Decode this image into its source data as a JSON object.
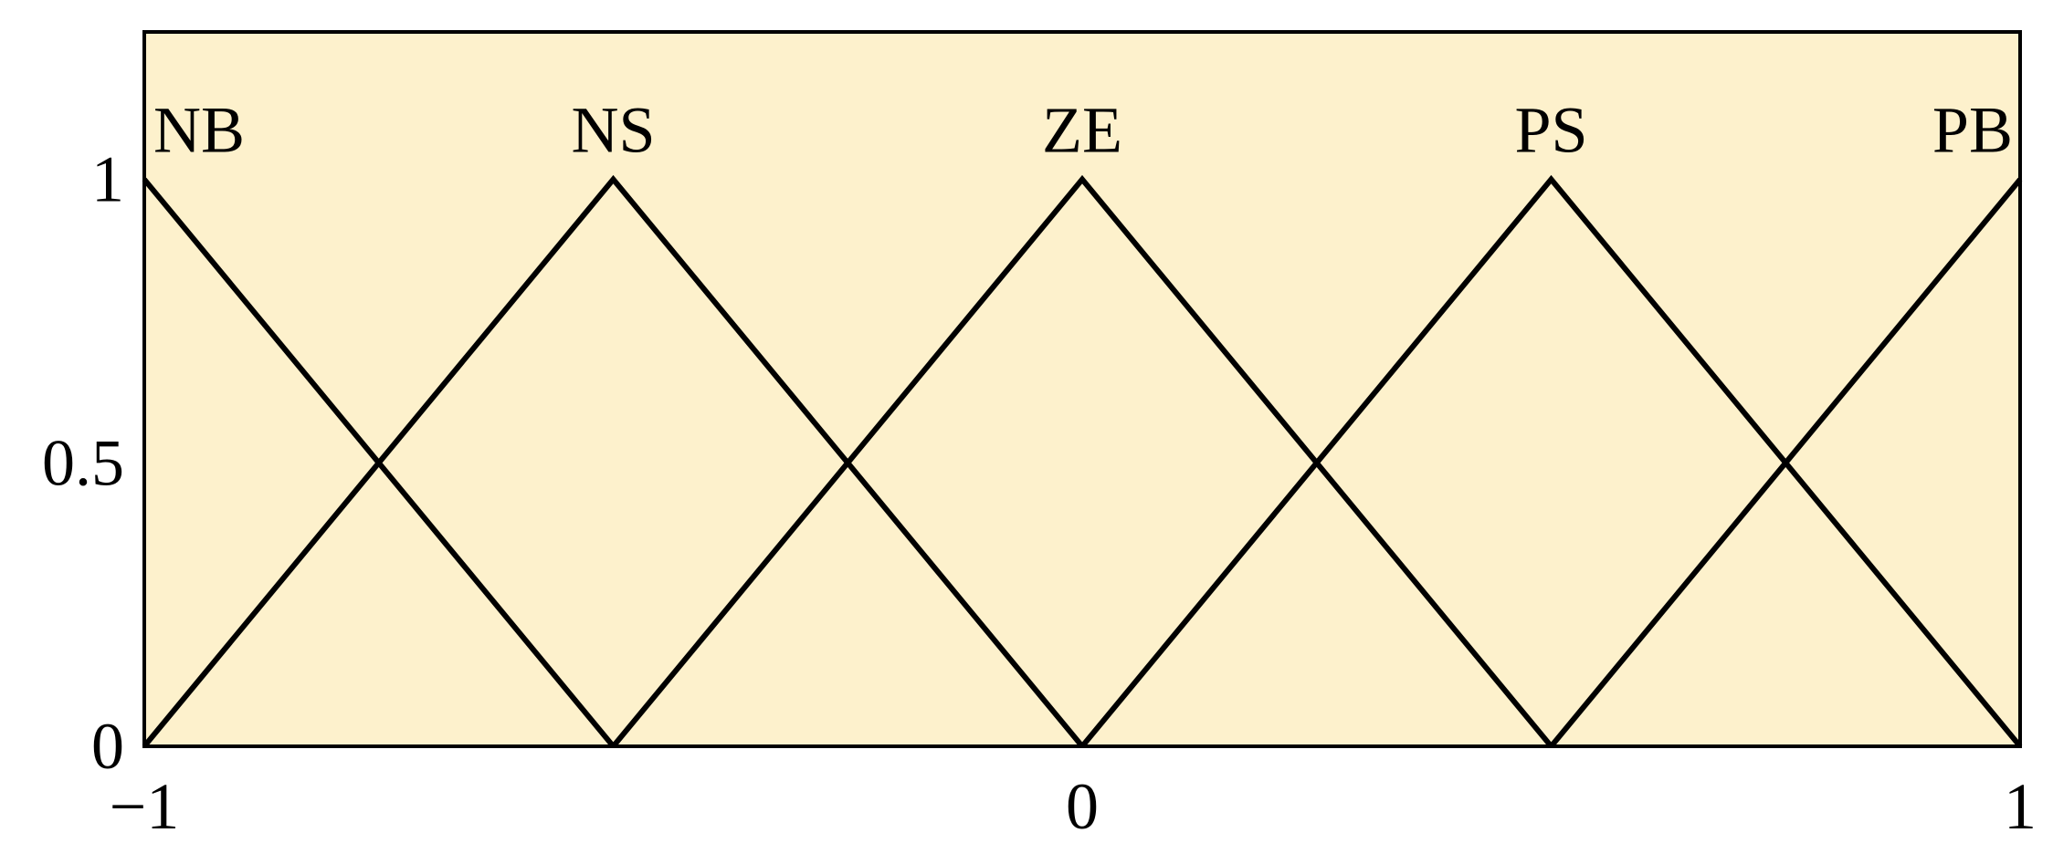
{
  "chart_data": {
    "type": "line",
    "title": "",
    "xlabel": "",
    "ylabel": "",
    "xlim": [
      -1,
      1
    ],
    "ylim": [
      0,
      1.26
    ],
    "grid": false,
    "legend": "none",
    "background_color": "#FDF1CC",
    "line_color": "#000000",
    "x_ticks": [
      {
        "value": -1,
        "label": "−1"
      },
      {
        "value": 0,
        "label": "0"
      },
      {
        "value": 1,
        "label": "1"
      }
    ],
    "y_ticks": [
      {
        "value": 0,
        "label": "0"
      },
      {
        "value": 0.5,
        "label": "0.5"
      },
      {
        "value": 1,
        "label": "1"
      }
    ],
    "series": [
      {
        "label": "NB",
        "x": [
          -1,
          -0.5
        ],
        "y": [
          1,
          0
        ]
      },
      {
        "label": "NS",
        "x": [
          -1,
          -0.5,
          0
        ],
        "y": [
          0,
          1,
          0
        ]
      },
      {
        "label": "ZE",
        "x": [
          -0.5,
          0,
          0.5
        ],
        "y": [
          0,
          1,
          0
        ]
      },
      {
        "label": "PS",
        "x": [
          0,
          0.5,
          1
        ],
        "y": [
          0,
          1,
          0
        ]
      },
      {
        "label": "PB",
        "x": [
          0.5,
          1
        ],
        "y": [
          0,
          1
        ]
      }
    ]
  }
}
